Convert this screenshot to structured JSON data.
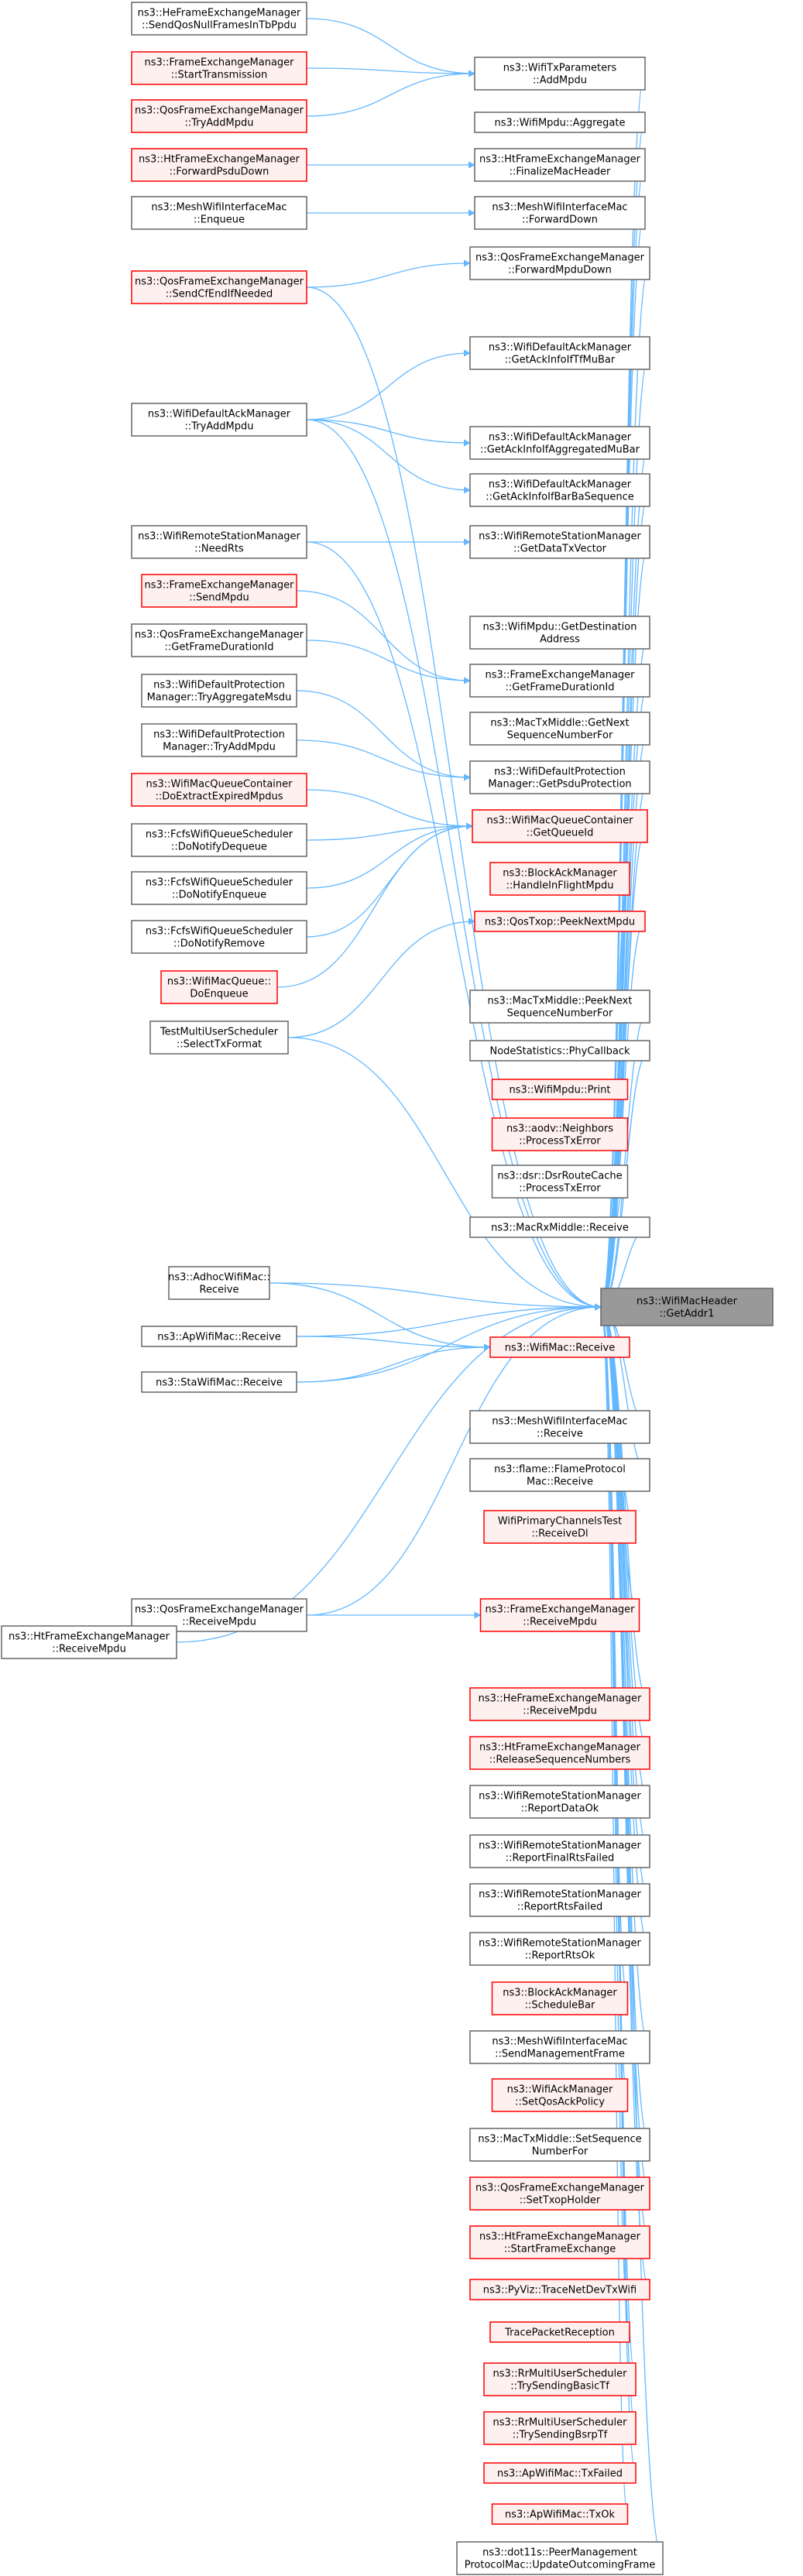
{
  "diagram": {
    "title": "",
    "colors": {
      "edge": "#63b8ff",
      "normal_border": "#666666",
      "red_border": "#ff0000",
      "red_fill": "#fff0f0",
      "target_fill": "#999999",
      "target_border": "#666666"
    },
    "nodes": [
      {
        "id": "target",
        "lines": [
          "ns3::WifiMacHeader",
          "::GetAddr1"
        ],
        "style": "target"
      },
      {
        "id": "heSendQosNull",
        "lines": [
          "ns3::HeFrameExchangeManager",
          "::SendQosNullFramesInTbPpdu"
        ],
        "style": "normal"
      },
      {
        "id": "feStartTx",
        "lines": [
          "ns3::FrameExchangeManager",
          "::StartTransmission"
        ],
        "style": "red"
      },
      {
        "id": "qosTryAddMpdu",
        "lines": [
          "ns3::QosFrameExchangeManager",
          "::TryAddMpdu"
        ],
        "style": "red"
      },
      {
        "id": "txParamsAddMpdu",
        "lines": [
          "ns3::WifiTxParameters",
          "::AddMpdu"
        ],
        "style": "normal"
      },
      {
        "id": "mpduAggregate",
        "lines": [
          "ns3::WifiMpdu::Aggregate"
        ],
        "style": "normal"
      },
      {
        "id": "htForwardPsdu",
        "lines": [
          "ns3::HtFrameExchangeManager",
          "::ForwardPsduDown"
        ],
        "style": "red"
      },
      {
        "id": "htFinalizeMac",
        "lines": [
          "ns3::HtFrameExchangeManager",
          "::FinalizeMacHeader"
        ],
        "style": "normal"
      },
      {
        "id": "meshEnqueue",
        "lines": [
          "ns3::MeshWifiInterfaceMac",
          "::Enqueue"
        ],
        "style": "normal"
      },
      {
        "id": "meshForwardDown",
        "lines": [
          "ns3::MeshWifiInterfaceMac",
          "::ForwardDown"
        ],
        "style": "normal"
      },
      {
        "id": "qosForwardMpdu",
        "lines": [
          "ns3::QosFrameExchangeManager",
          "::ForwardMpduDown"
        ],
        "style": "normal"
      },
      {
        "id": "qosSendCfEnd",
        "lines": [
          "ns3::QosFrameExchangeManager",
          "::SendCfEndIfNeeded"
        ],
        "style": "red"
      },
      {
        "id": "ackGetTfMuBar",
        "lines": [
          "ns3::WifiDefaultAckManager",
          "::GetAckInfoIfTfMuBar"
        ],
        "style": "normal"
      },
      {
        "id": "ackTryAddMpdu",
        "lines": [
          "ns3::WifiDefaultAckManager",
          "::TryAddMpdu"
        ],
        "style": "normal"
      },
      {
        "id": "ackGetAggMuBar",
        "lines": [
          "ns3::WifiDefaultAckManager",
          "::GetAckInfoIfAggregatedMuBar"
        ],
        "style": "normal"
      },
      {
        "id": "ackGetBarBa",
        "lines": [
          "ns3::WifiDefaultAckManager",
          "::GetAckInfoIfBarBaSequence"
        ],
        "style": "normal"
      },
      {
        "id": "rsmNeedRts",
        "lines": [
          "ns3::WifiRemoteStationManager",
          "::NeedRts"
        ],
        "style": "normal"
      },
      {
        "id": "rsmGetDataTx",
        "lines": [
          "ns3::WifiRemoteStationManager",
          "::GetDataTxVector"
        ],
        "style": "normal"
      },
      {
        "id": "feSendMpdu",
        "lines": [
          "ns3::FrameExchangeManager",
          "::SendMpdu"
        ],
        "style": "red"
      },
      {
        "id": "mpduGetDest",
        "lines": [
          "ns3::WifiMpdu::GetDestination",
          "Address"
        ],
        "style": "normal"
      },
      {
        "id": "qosGetFrameDur",
        "lines": [
          "ns3::QosFrameExchangeManager",
          "::GetFrameDurationId"
        ],
        "style": "normal"
      },
      {
        "id": "feGetFrameDur",
        "lines": [
          "ns3::FrameExchangeManager",
          "::GetFrameDurationId"
        ],
        "style": "normal"
      },
      {
        "id": "protTryAggMsdu",
        "lines": [
          "ns3::WifiDefaultProtection",
          "Manager::TryAggregateMsdu"
        ],
        "style": "normal"
      },
      {
        "id": "macTxGetNextSeq",
        "lines": [
          "ns3::MacTxMiddle::GetNext",
          "SequenceNumberFor"
        ],
        "style": "normal"
      },
      {
        "id": "protTryAddMpdu",
        "lines": [
          "ns3::WifiDefaultProtection",
          "Manager::TryAddMpdu"
        ],
        "style": "normal"
      },
      {
        "id": "protGetPsduProt",
        "lines": [
          "ns3::WifiDefaultProtection",
          "Manager::GetPsduProtection"
        ],
        "style": "normal"
      },
      {
        "id": "queueExtractExpired",
        "lines": [
          "ns3::WifiMacQueueContainer",
          "::DoExtractExpiredMpdus"
        ],
        "style": "red"
      },
      {
        "id": "queueGetQueueId",
        "lines": [
          "ns3::WifiMacQueueContainer",
          "::GetQueueId"
        ],
        "style": "red"
      },
      {
        "id": "fcfsNotifyDequeue",
        "lines": [
          "ns3::FcfsWifiQueueScheduler",
          "::DoNotifyDequeue"
        ],
        "style": "normal"
      },
      {
        "id": "bamHandleInFlight",
        "lines": [
          "ns3::BlockAckManager",
          "::HandleInFlightMpdu"
        ],
        "style": "red"
      },
      {
        "id": "fcfsNotifyEnqueue",
        "lines": [
          "ns3::FcfsWifiQueueScheduler",
          "::DoNotifyEnqueue"
        ],
        "style": "normal"
      },
      {
        "id": "qosTxopPeekNext",
        "lines": [
          "ns3::QosTxop::PeekNextMpdu"
        ],
        "style": "red"
      },
      {
        "id": "fcfsNotifyRemove",
        "lines": [
          "ns3::FcfsWifiQueueScheduler",
          "::DoNotifyRemove"
        ],
        "style": "normal"
      },
      {
        "id": "wmqDoEnqueue",
        "lines": [
          "ns3::WifiMacQueue::",
          "DoEnqueue"
        ],
        "style": "red"
      },
      {
        "id": "macTxPeekNextSeq",
        "lines": [
          "ns3::MacTxMiddle::PeekNext",
          "SequenceNumberFor"
        ],
        "style": "normal"
      },
      {
        "id": "testMuSelectTx",
        "lines": [
          "TestMultiUserScheduler",
          "::SelectTxFormat"
        ],
        "style": "normal"
      },
      {
        "id": "nodeStatsPhyCb",
        "lines": [
          "NodeStatistics::PhyCallback"
        ],
        "style": "normal"
      },
      {
        "id": "mpduPrint",
        "lines": [
          "ns3::WifiMpdu::Print"
        ],
        "style": "red"
      },
      {
        "id": "aodvProcessTxErr",
        "lines": [
          "ns3::aodv::Neighbors",
          "::ProcessTxError"
        ],
        "style": "red"
      },
      {
        "id": "dsrProcessTxErr",
        "lines": [
          "ns3::dsr::DsrRouteCache",
          "::ProcessTxError"
        ],
        "style": "normal"
      },
      {
        "id": "macRxReceive",
        "lines": [
          "ns3::MacRxMiddle::Receive"
        ],
        "style": "normal"
      },
      {
        "id": "adhocReceive",
        "lines": [
          "ns3::AdhocWifiMac::",
          "Receive"
        ],
        "style": "normal"
      },
      {
        "id": "apReceive",
        "lines": [
          "ns3::ApWifiMac::Receive"
        ],
        "style": "normal"
      },
      {
        "id": "wifiMacReceive",
        "lines": [
          "ns3::WifiMac::Receive"
        ],
        "style": "red"
      },
      {
        "id": "staReceive",
        "lines": [
          "ns3::StaWifiMac::Receive"
        ],
        "style": "normal"
      },
      {
        "id": "meshReceive",
        "lines": [
          "ns3::MeshWifiInterfaceMac",
          "::Receive"
        ],
        "style": "normal"
      },
      {
        "id": "flameReceive",
        "lines": [
          "ns3::flame::FlameProtocol",
          "Mac::Receive"
        ],
        "style": "normal"
      },
      {
        "id": "primaryChReceiveDl",
        "lines": [
          "WifiPrimaryChannelsTest",
          "::ReceiveDl"
        ],
        "style": "red"
      },
      {
        "id": "qosReceiveMpdu",
        "lines": [
          "ns3::QosFrameExchangeManager",
          "::ReceiveMpdu"
        ],
        "style": "normal"
      },
      {
        "id": "feReceiveMpdu",
        "lines": [
          "ns3::FrameExchangeManager",
          "::ReceiveMpdu"
        ],
        "style": "red"
      },
      {
        "id": "htReceiveMpdu",
        "lines": [
          "ns3::HtFrameExchangeManager",
          "::ReceiveMpdu"
        ],
        "style": "normal"
      },
      {
        "id": "heReceiveMpdu",
        "lines": [
          "ns3::HeFrameExchangeManager",
          "::ReceiveMpdu"
        ],
        "style": "red"
      },
      {
        "id": "htReleaseSeq",
        "lines": [
          "ns3::HtFrameExchangeManager",
          "::ReleaseSequenceNumbers"
        ],
        "style": "red"
      },
      {
        "id": "rsmReportDataOk",
        "lines": [
          "ns3::WifiRemoteStationManager",
          "::ReportDataOk"
        ],
        "style": "normal"
      },
      {
        "id": "rsmReportFinalRts",
        "lines": [
          "ns3::WifiRemoteStationManager",
          "::ReportFinalRtsFailed"
        ],
        "style": "normal"
      },
      {
        "id": "rsmReportRtsFailed",
        "lines": [
          "ns3::WifiRemoteStationManager",
          "::ReportRtsFailed"
        ],
        "style": "normal"
      },
      {
        "id": "rsmReportRtsOk",
        "lines": [
          "ns3::WifiRemoteStationManager",
          "::ReportRtsOk"
        ],
        "style": "normal"
      },
      {
        "id": "bamScheduleBar",
        "lines": [
          "ns3::BlockAckManager",
          "::ScheduleBar"
        ],
        "style": "red"
      },
      {
        "id": "meshSendMgmt",
        "lines": [
          "ns3::MeshWifiInterfaceMac",
          "::SendManagementFrame"
        ],
        "style": "normal"
      },
      {
        "id": "ackSetQosPolicy",
        "lines": [
          "ns3::WifiAckManager",
          "::SetQosAckPolicy"
        ],
        "style": "red"
      },
      {
        "id": "macTxSetSeq",
        "lines": [
          "ns3::MacTxMiddle::SetSequence",
          "NumberFor"
        ],
        "style": "normal"
      },
      {
        "id": "qosSetTxopHolder",
        "lines": [
          "ns3::QosFrameExchangeManager",
          "::SetTxopHolder"
        ],
        "style": "red"
      },
      {
        "id": "htStartFrameEx",
        "lines": [
          "ns3::HtFrameExchangeManager",
          "::StartFrameExchange"
        ],
        "style": "red"
      },
      {
        "id": "pyvizTrace",
        "lines": [
          "ns3::PyViz::TraceNetDevTxWifi"
        ],
        "style": "red"
      },
      {
        "id": "tracePacketRx",
        "lines": [
          "TracePacketReception"
        ],
        "style": "red"
      },
      {
        "id": "rrTrySendBasicTf",
        "lines": [
          "ns3::RrMultiUserScheduler",
          "::TrySendingBasicTf"
        ],
        "style": "red"
      },
      {
        "id": "rrTrySendBsrpTf",
        "lines": [
          "ns3::RrMultiUserScheduler",
          "::TrySendingBsrpTf"
        ],
        "style": "red"
      },
      {
        "id": "apTxFailed",
        "lines": [
          "ns3::ApWifiMac::TxFailed"
        ],
        "style": "red"
      },
      {
        "id": "apTxOk",
        "lines": [
          "ns3::ApWifiMac::TxOk"
        ],
        "style": "red"
      },
      {
        "id": "dot11sUpdateOutgoing",
        "lines": [
          "ns3::dot11s::PeerManagement",
          "ProtocolMac::UpdateOutcomingFrame"
        ],
        "style": "normal"
      }
    ],
    "edges": [
      [
        "heSendQosNull",
        "txParamsAddMpdu"
      ],
      [
        "feStartTx",
        "txParamsAddMpdu"
      ],
      [
        "qosTryAddMpdu",
        "txParamsAddMpdu"
      ],
      [
        "htForwardPsdu",
        "htFinalizeMac"
      ],
      [
        "meshEnqueue",
        "meshForwardDown"
      ],
      [
        "qosSendCfEnd",
        "qosForwardMpdu"
      ],
      [
        "ackTryAddMpdu",
        "ackGetTfMuBar"
      ],
      [
        "ackTryAddMpdu",
        "ackGetAggMuBar"
      ],
      [
        "ackTryAddMpdu",
        "ackGetBarBa"
      ],
      [
        "rsmNeedRts",
        "rsmGetDataTx"
      ],
      [
        "feSendMpdu",
        "feGetFrameDur"
      ],
      [
        "qosGetFrameDur",
        "feGetFrameDur"
      ],
      [
        "protTryAggMsdu",
        "protGetPsduProt"
      ],
      [
        "protTryAddMpdu",
        "protGetPsduProt"
      ],
      [
        "queueExtractExpired",
        "queueGetQueueId"
      ],
      [
        "fcfsNotifyDequeue",
        "queueGetQueueId"
      ],
      [
        "fcfsNotifyEnqueue",
        "queueGetQueueId"
      ],
      [
        "fcfsNotifyRemove",
        "queueGetQueueId"
      ],
      [
        "wmqDoEnqueue",
        "queueGetQueueId"
      ],
      [
        "testMuSelectTx",
        "qosTxopPeekNext"
      ],
      [
        "apReceive",
        "wifiMacReceive"
      ],
      [
        "staReceive",
        "wifiMacReceive"
      ],
      [
        "adhocReceive",
        "wifiMacReceive"
      ],
      [
        "htReceiveMpdu",
        "qosReceiveMpdu"
      ],
      [
        "qosReceiveMpdu",
        "feReceiveMpdu"
      ],
      [
        "txParamsAddMpdu",
        "target"
      ],
      [
        "mpduAggregate",
        "target"
      ],
      [
        "htFinalizeMac",
        "target"
      ],
      [
        "meshForwardDown",
        "target"
      ],
      [
        "qosForwardMpdu",
        "target"
      ],
      [
        "qosSendCfEnd",
        "target"
      ],
      [
        "ackGetTfMuBar",
        "target"
      ],
      [
        "ackTryAddMpdu",
        "target"
      ],
      [
        "ackGetAggMuBar",
        "target"
      ],
      [
        "ackGetBarBa",
        "target"
      ],
      [
        "rsmGetDataTx",
        "target"
      ],
      [
        "rsmNeedRts",
        "target"
      ],
      [
        "mpduGetDest",
        "target"
      ],
      [
        "feGetFrameDur",
        "target"
      ],
      [
        "macTxGetNextSeq",
        "target"
      ],
      [
        "protGetPsduProt",
        "target"
      ],
      [
        "queueGetQueueId",
        "target"
      ],
      [
        "bamHandleInFlight",
        "target"
      ],
      [
        "qosTxopPeekNext",
        "target"
      ],
      [
        "macTxPeekNextSeq",
        "target"
      ],
      [
        "testMuSelectTx",
        "target"
      ],
      [
        "nodeStatsPhyCb",
        "target"
      ],
      [
        "mpduPrint",
        "target"
      ],
      [
        "aodvProcessTxErr",
        "target"
      ],
      [
        "dsrProcessTxErr",
        "target"
      ],
      [
        "macRxReceive",
        "target"
      ],
      [
        "adhocReceive",
        "target"
      ],
      [
        "apReceive",
        "target"
      ],
      [
        "wifiMacReceive",
        "target"
      ],
      [
        "staReceive",
        "target"
      ],
      [
        "meshReceive",
        "target"
      ],
      [
        "flameReceive",
        "target"
      ],
      [
        "primaryChReceiveDl",
        "target"
      ],
      [
        "qosReceiveMpdu",
        "target"
      ],
      [
        "feReceiveMpdu",
        "target"
      ],
      [
        "htReceiveMpdu",
        "target"
      ],
      [
        "heReceiveMpdu",
        "target"
      ],
      [
        "htReleaseSeq",
        "target"
      ],
      [
        "rsmReportDataOk",
        "target"
      ],
      [
        "rsmReportFinalRts",
        "target"
      ],
      [
        "rsmReportRtsFailed",
        "target"
      ],
      [
        "rsmReportRtsOk",
        "target"
      ],
      [
        "bamScheduleBar",
        "target"
      ],
      [
        "meshSendMgmt",
        "target"
      ],
      [
        "ackSetQosPolicy",
        "target"
      ],
      [
        "macTxSetSeq",
        "target"
      ],
      [
        "qosSetTxopHolder",
        "target"
      ],
      [
        "htStartFrameEx",
        "target"
      ],
      [
        "pyvizTrace",
        "target"
      ],
      [
        "tracePacketRx",
        "target"
      ],
      [
        "rrTrySendBasicTf",
        "target"
      ],
      [
        "rrTrySendBsrpTf",
        "target"
      ],
      [
        "apTxFailed",
        "target"
      ],
      [
        "apTxOk",
        "target"
      ],
      [
        "dot11sUpdateOutgoing",
        "target"
      ]
    ]
  }
}
